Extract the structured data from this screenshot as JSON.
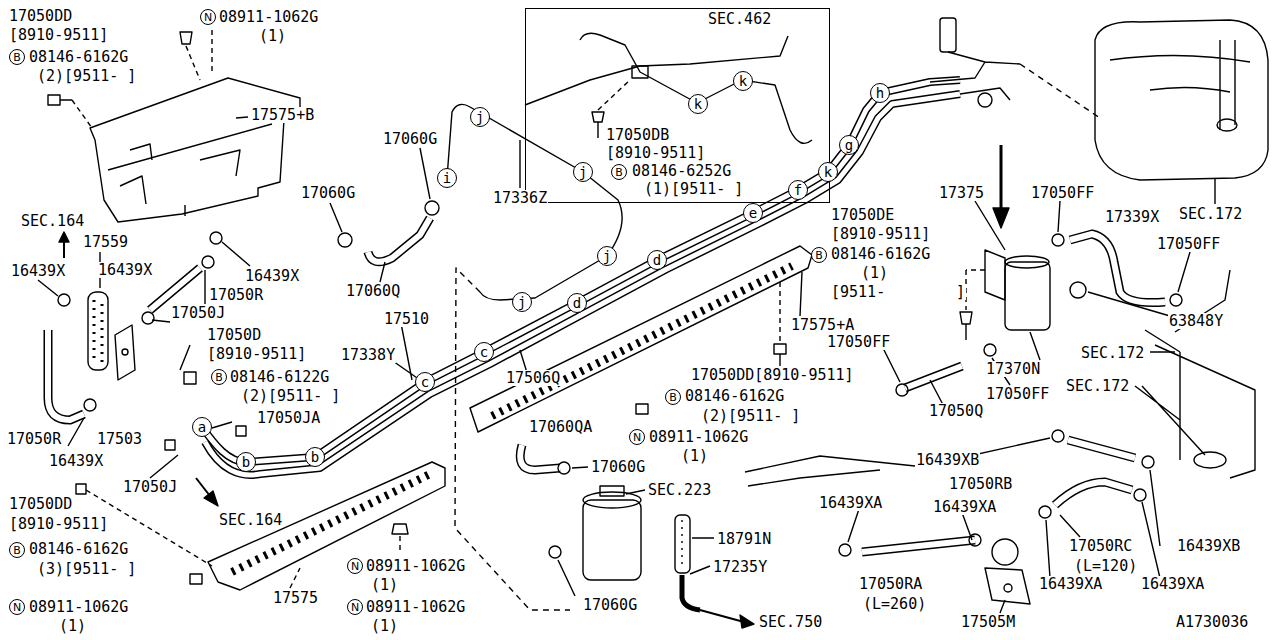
{
  "diagram": {
    "nodes": [
      {
        "text": [
          "SEC.462",
          "17050DB",
          "[8910-9511]",
          "08146-6252G",
          "(1)[9511- ]"
        ]
      },
      {
        "text": [
          "k"
        ],
        "in": 0
      },
      {
        "text": [
          "k"
        ],
        "in": 0
      },
      {
        "text": [
          "B"
        ],
        "in": 0
      },
      {
        "text": [
          "N"
        ]
      },
      {
        "text": [
          "B"
        ]
      },
      {
        "text": [
          "j"
        ]
      },
      {
        "text": [
          "i"
        ]
      },
      {
        "text": [
          "h"
        ]
      },
      {
        "text": [
          "g"
        ]
      },
      {
        "text": [
          "j"
        ]
      },
      {
        "text": [
          "k"
        ]
      },
      {
        "text": [
          "f"
        ]
      },
      {
        "text": [
          "e"
        ]
      },
      {
        "text": [
          "j"
        ]
      },
      {
        "text": [
          "d"
        ]
      },
      {
        "text": [
          "d"
        ]
      },
      {
        "text": [
          "j"
        ]
      },
      {
        "text": [
          "c"
        ]
      },
      {
        "text": [
          "c"
        ]
      },
      {
        "text": [
          "B"
        ]
      },
      {
        "text": [
          "B"
        ]
      },
      {
        "text": [
          "B"
        ]
      },
      {
        "text": [
          "N"
        ]
      },
      {
        "text": [
          "a"
        ]
      },
      {
        "text": [
          "b"
        ]
      },
      {
        "text": [
          "b"
        ]
      },
      {
        "text": [
          "B"
        ]
      },
      {
        "text": [
          "N"
        ]
      },
      {
        "text": [
          "N"
        ]
      },
      {
        "text": [
          "N"
        ]
      }
    ],
    "labels": [
      "17050DD",
      "[8910-9511]",
      "08911-1062G",
      "(1)",
      "08146-6162G",
      "(2)[9511- ]",
      "17575+B",
      "17060G",
      "17336Z",
      "17060G",
      "SEC.164",
      "17559",
      "16439X",
      "16439X",
      "16439X",
      "17060Q",
      "17050R",
      "17050J",
      "17510",
      "17050D",
      "[8910-9511]",
      "17338Y",
      "08146-6122G",
      "17506Q",
      "(2)[9511- ]",
      "17050JA",
      "17050R",
      "17503",
      "16439X",
      "17050J",
      "SEC.164",
      "17050DD",
      "[8910-9511]",
      "08146-6162G",
      "(3)[9511- ]",
      "08911-1062G",
      "(1)",
      "17575",
      "08911-1062G",
      "(1)",
      "08911-1062G",
      "(1)",
      "17575+A",
      "17050DD[8910-9511]",
      "08146-6162G",
      "(2)[9511- ]",
      "17060QA",
      "08911-1062G",
      "(1)",
      "17060G",
      "SEC.223",
      "18791N",
      "17235Y",
      "17060G",
      "SEC.750",
      "17375",
      "17050FF",
      "17339X",
      "SEC.172",
      "17050DE",
      "17050FF",
      "[8910-9511]",
      "08146-6162G",
      "(1)",
      "[9511-",
      "]",
      "63848Y",
      "17050FF",
      "SEC.172",
      "17370N",
      "SEC.172",
      "17050FF",
      "17050Q",
      "16439XB",
      "17050RB",
      "16439XA",
      "16439XA",
      "17050RC",
      "16439XB",
      "(L=120)",
      "17050RA",
      "(L=260)",
      "16439XA",
      "16439XA",
      "17505M",
      "A1730036"
    ]
  }
}
